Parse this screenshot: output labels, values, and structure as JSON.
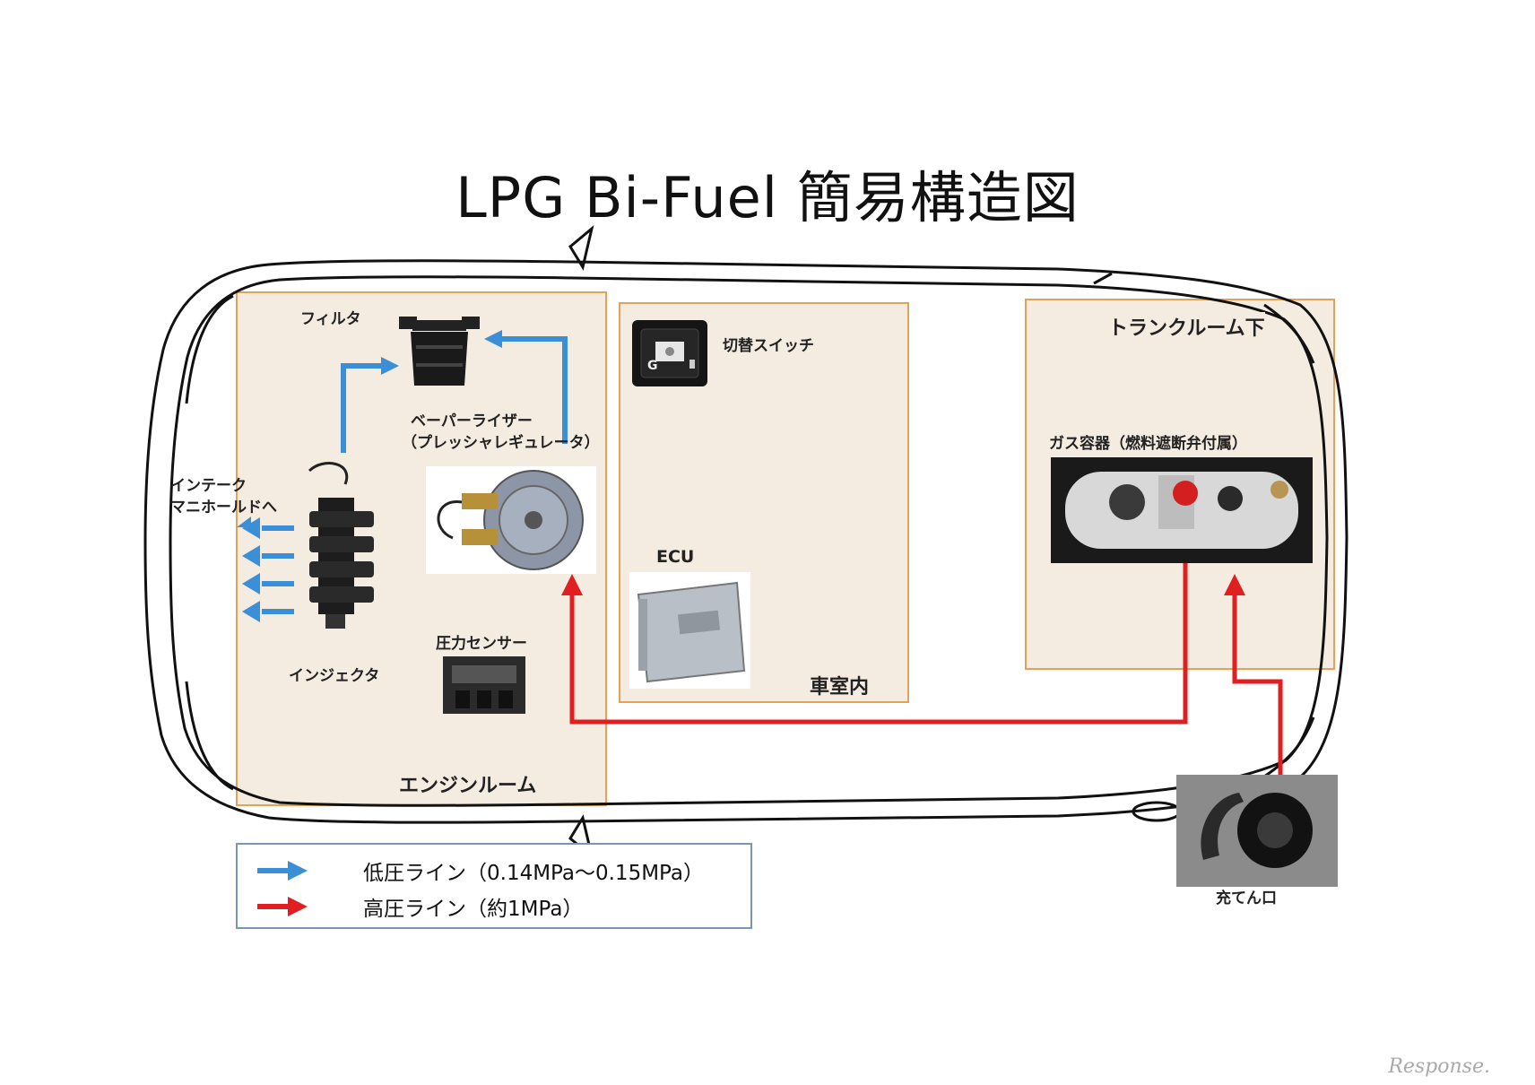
{
  "title": "LPG Bi-Fuel 簡易構造図",
  "zones": {
    "engine_room": "エンジンルーム",
    "cabin": "車室内",
    "trunk": "トランクルーム下"
  },
  "components": {
    "filter": "フィルタ",
    "vaporizer_line1": "ベーパーライザー",
    "vaporizer_line2": "（プレッシャレギュレータ）",
    "injector": "インジェクタ",
    "intake_line1": "インテーク",
    "intake_line2": "マニホールドへ",
    "pressure_sensor": "圧力センサー",
    "switch": "切替スイッチ",
    "switch_letter": "G",
    "ecu": "ECU",
    "gas_tank": "ガス容器（燃料遮断弁付属）",
    "filler": "充てん口"
  },
  "legend": {
    "low_pressure": "低圧ライン（0.14MPa～0.15MPa）",
    "high_pressure": "高圧ライン（約1MPa）"
  },
  "colors": {
    "low_pressure_line": "#3a8fd6",
    "high_pressure_line": "#e02020",
    "zone_fill": "#f5ece1",
    "zone_border": "#e3a25a"
  },
  "watermark": "Response."
}
